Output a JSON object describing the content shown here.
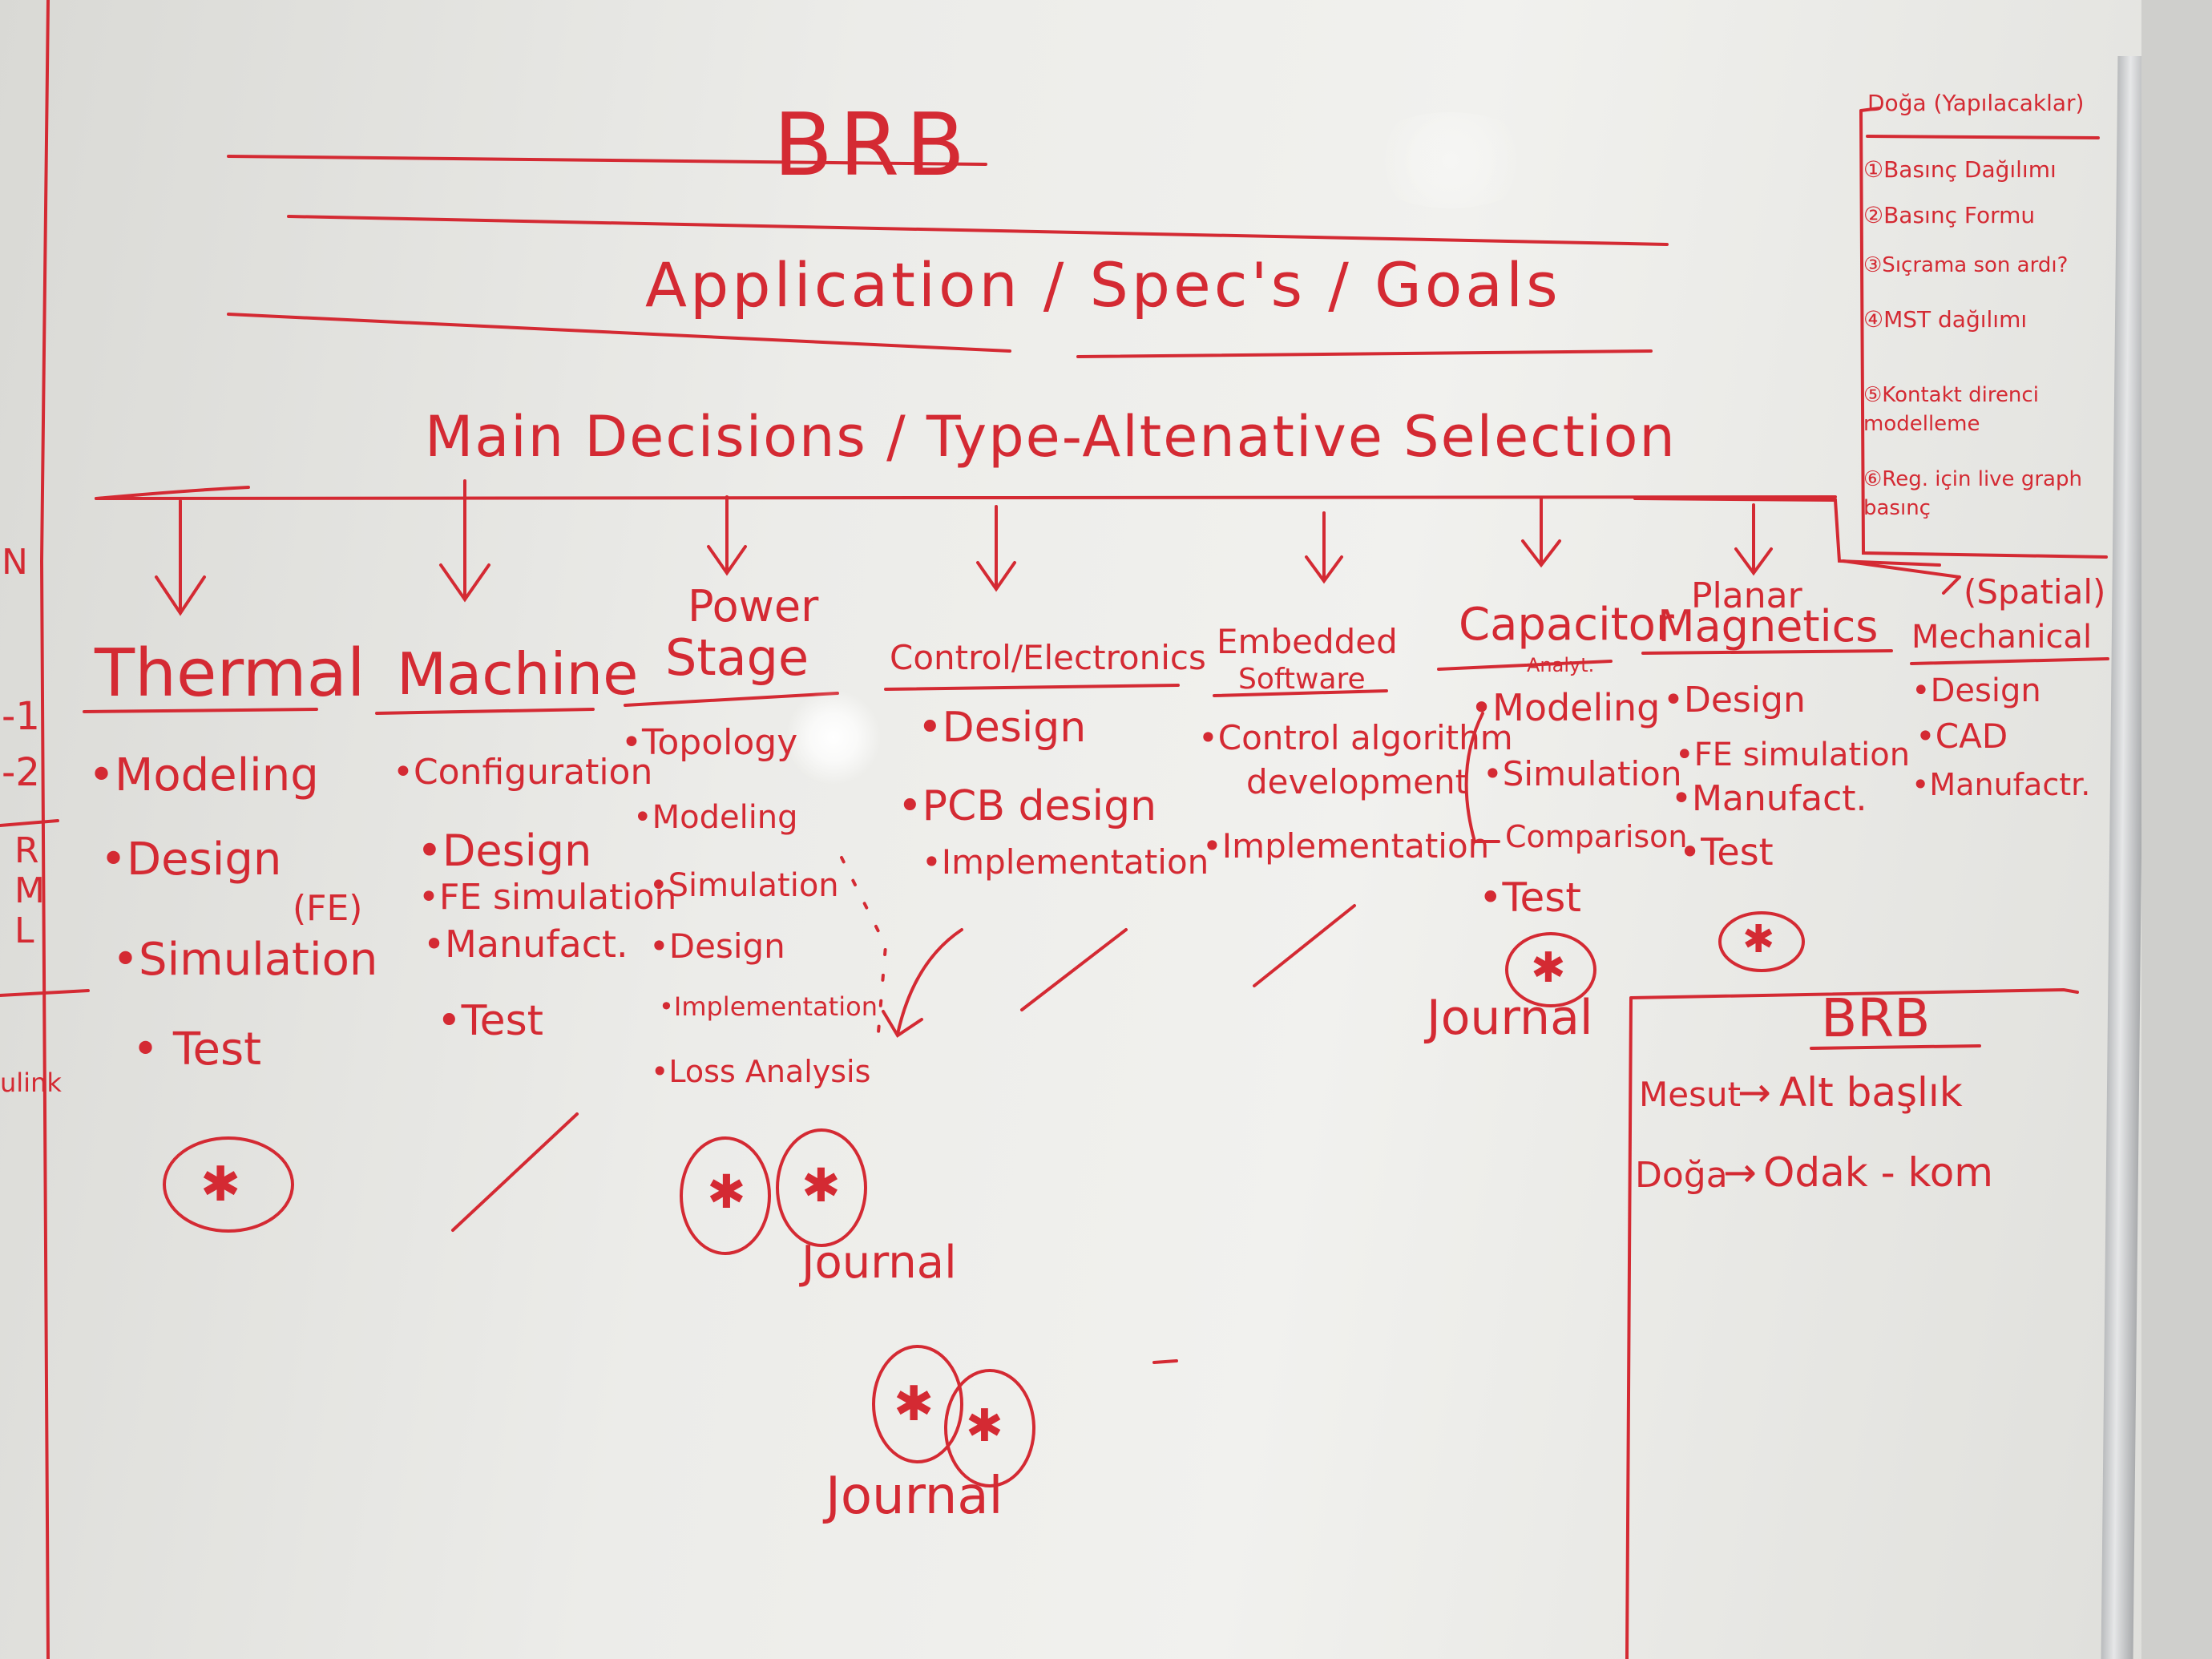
{
  "board": {
    "title": "BRB",
    "subtitle": "Application / Spec's / Goals",
    "decision_line": "Main Decisions / Type-Altenative Selection",
    "colors": {
      "ink": "#d42a33",
      "board": "#efefec",
      "frame": "#c8cacc"
    },
    "branches": {
      "thermal": {
        "header": "Thermal",
        "items": [
          "•Modeling",
          "•Design",
          "(FE)",
          "•Simulation",
          "• Test"
        ]
      },
      "machine": {
        "header": "Machine",
        "items": [
          "•Configuration",
          "•Design",
          "•FE simulation",
          "•Manufact.",
          "•Test"
        ]
      },
      "power_stage": {
        "header_top": "Power",
        "header_bottom": "Stage",
        "items": [
          "•Topology",
          "•Modeling",
          "•Simulation",
          "•Design",
          "•Implementation",
          "•Loss Analysis"
        ],
        "label": "Journal"
      },
      "control": {
        "header": "Control/Electronics",
        "items": [
          "•Design",
          "•PCB design",
          "•Implementation"
        ]
      },
      "embedded": {
        "header_top": "Embedded",
        "header_bottom": "Software",
        "items": [
          "•Control algorithm",
          "development",
          "•Implementation"
        ]
      },
      "capacitor": {
        "header": "Capacitor",
        "note": "Analyt.",
        "items": [
          "•Modeling",
          "•Simulation",
          "Comparison",
          "•Test"
        ],
        "label": "Journal"
      },
      "magnetics": {
        "header_top": "Planar",
        "header_bottom": "Magnetics",
        "items": [
          "•Design",
          "•FE simulation",
          "•Manufact.",
          "•Test"
        ]
      },
      "mechanical": {
        "header_top": "(Spatial)",
        "header_bottom": "Mechanical",
        "items": [
          "•Design",
          "•CAD",
          "•Manufactr."
        ]
      }
    },
    "bottom_label": "Journal",
    "star_glyph": "✱"
  },
  "side_note": {
    "title": "Doğa (Yapılacaklar)",
    "items": [
      "①Basınç Dağılımı",
      "②Basınç Formu",
      "③Sıçrama son ardı?",
      "④MST dağılımı",
      "⑤Kontakt direnci modelleme",
      "⑥Reg. için live graph basınç"
    ]
  },
  "br_box": {
    "title": "BRB",
    "rows": [
      {
        "name": "Mesut",
        "arrow": "→",
        "value": "Alt başlık"
      },
      {
        "name": "Doğa",
        "arrow": "→",
        "value": "Odak - kom"
      }
    ]
  },
  "left_edge": {
    "fragments": [
      "N",
      "-1",
      "-2",
      "R",
      "M",
      "L",
      "ulink"
    ]
  }
}
